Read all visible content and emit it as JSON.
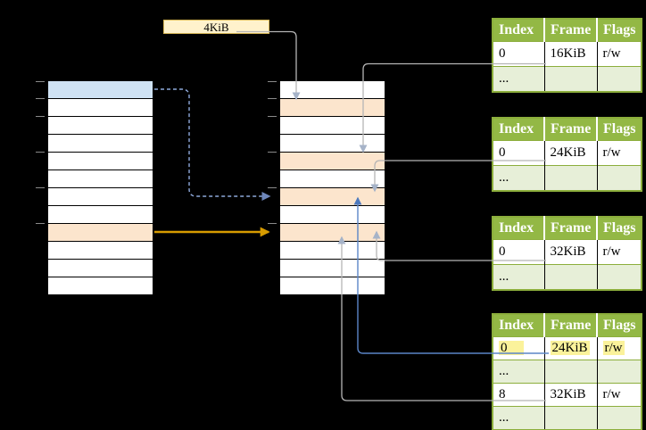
{
  "diagram": {
    "page_size_label": "4KiB",
    "table_headers": [
      "Index",
      "Frame",
      "Flags"
    ],
    "frame_tables": [
      {
        "rows": [
          {
            "cells": [
              "0",
              "16KiB",
              "r/w"
            ],
            "shaded": false
          },
          {
            "cells": [
              "...",
              "",
              ""
            ],
            "shaded": true
          }
        ]
      },
      {
        "rows": [
          {
            "cells": [
              "0",
              "24KiB",
              "r/w"
            ],
            "shaded": false
          },
          {
            "cells": [
              "...",
              "",
              ""
            ],
            "shaded": true
          }
        ]
      },
      {
        "rows": [
          {
            "cells": [
              "0",
              "32KiB",
              "r/w"
            ],
            "shaded": false
          },
          {
            "cells": [
              "...",
              "",
              ""
            ],
            "shaded": true
          }
        ]
      },
      {
        "rows": [
          {
            "cells": [
              "0",
              "24KiB",
              "r/w"
            ],
            "shaded": false,
            "highlighted": true
          },
          {
            "cells": [
              "...",
              "",
              ""
            ],
            "shaded": true
          },
          {
            "cells": [
              "8",
              "32KiB",
              "r/w"
            ],
            "shaded": false
          },
          {
            "cells": [
              "...",
              "",
              ""
            ],
            "shaded": true
          }
        ]
      }
    ],
    "left_memory_table": {
      "row_count": 12,
      "blue_row_index": 0,
      "orange_row_index": 8
    },
    "middle_memory_table": {
      "row_count": 12,
      "orange_row_indexes": [
        1,
        4,
        6,
        8
      ]
    },
    "connections": [
      {
        "from": "page-size-label",
        "to": "middle-table-row-2",
        "style": "gray-solid"
      },
      {
        "from": "frame-table-1-row-0",
        "to": "middle-table-row-5",
        "style": "gray-solid"
      },
      {
        "from": "frame-table-2-row-0",
        "to": "middle-table-row-7",
        "style": "gray-solid"
      },
      {
        "from": "frame-table-3-row-0",
        "to": "middle-table-row-9",
        "style": "gray-solid"
      },
      {
        "from": "frame-table-4-row-0",
        "to": "middle-table-row-7",
        "style": "blue-solid"
      },
      {
        "from": "frame-table-4-row-2",
        "to": "middle-table-row-9",
        "style": "gray-solid"
      },
      {
        "from": "left-table-row-1",
        "to": "middle-table-row-7",
        "style": "blue-dashed"
      },
      {
        "from": "left-table-row-9",
        "to": "middle-table-row-9",
        "style": "orange-solid"
      }
    ],
    "colors": {
      "background": "#000000",
      "row_blue": "#cfe2f3",
      "row_orange": "#fce5cd",
      "label_box_fill": "#fff2cc",
      "label_box_border": "#d6b656",
      "table_header_green": "#93b845",
      "table_row_light_green": "#e7efd8",
      "table_border_green": "#8cae3c",
      "highlight_yellow": "#fbf29b",
      "connector_gray": "#b5b5b5",
      "connector_blue": "#5b85c7",
      "connector_dashed_blue": "#8ea9db",
      "connector_orange": "#d79b00",
      "arrowhead_gray": "#a6b3c8"
    }
  }
}
